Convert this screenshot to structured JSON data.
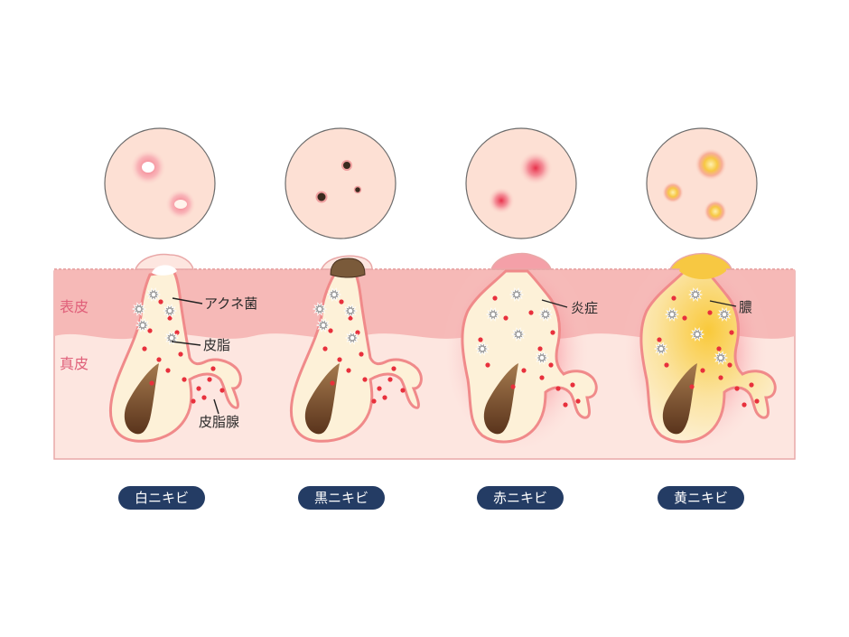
{
  "layers": {
    "epidermis": "表皮",
    "dermis": "真皮"
  },
  "labels": {
    "bacteria": "アクネ菌",
    "sebum": "皮脂",
    "sebaceous_gland": "皮脂腺",
    "inflammation": "炎症",
    "pus": "膿"
  },
  "stages": [
    {
      "name": "白ニキビ"
    },
    {
      "name": "黒ニキビ"
    },
    {
      "name": "赤ニキビ"
    },
    {
      "name": "黄ニキビ"
    }
  ],
  "colors": {
    "pill": "#243c64",
    "epidermis": "#f6b9b7",
    "dermis": "#fde6e0",
    "follicle_fill": "#fdf1d8",
    "follicle_outline": "#f08a8a",
    "hair": "#6b4226",
    "blackhead_plug": "#7a5a3a",
    "pus": "#f7c842",
    "inflammation": "#f04060",
    "bacteria": "#9a9a9a",
    "sebum_dot": "#e8303c"
  }
}
